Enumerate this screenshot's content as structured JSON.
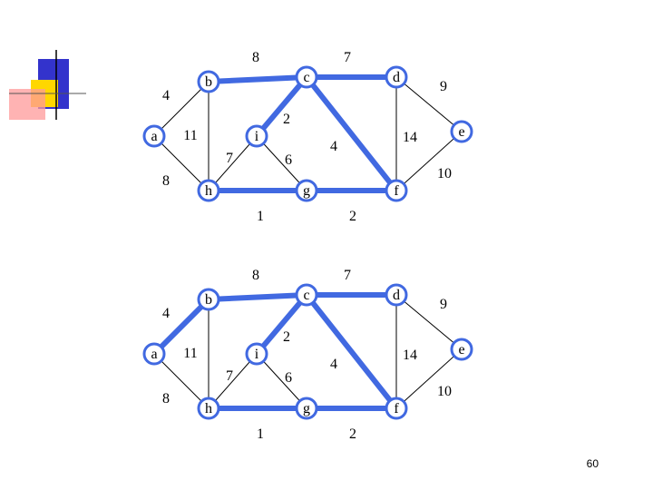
{
  "colors": {
    "accent": "#4169e1",
    "edge": "#000000",
    "node_fill": "#ffffff",
    "logo_blue": "#3333cc",
    "logo_yellow": "#ffd700",
    "logo_red": "#ff6666"
  },
  "logo": {
    "icon": "slide-corner-decoration"
  },
  "graph": {
    "nodes": [
      {
        "id": "a",
        "label": "a"
      },
      {
        "id": "b",
        "label": "b"
      },
      {
        "id": "c",
        "label": "c"
      },
      {
        "id": "d",
        "label": "d"
      },
      {
        "id": "e",
        "label": "e"
      },
      {
        "id": "f",
        "label": "f"
      },
      {
        "id": "g",
        "label": "g"
      },
      {
        "id": "h",
        "label": "h"
      },
      {
        "id": "i",
        "label": "i"
      }
    ],
    "edges": [
      {
        "from": "a",
        "to": "b",
        "weight": "4"
      },
      {
        "from": "b",
        "to": "c",
        "weight": "8"
      },
      {
        "from": "c",
        "to": "d",
        "weight": "7"
      },
      {
        "from": "d",
        "to": "e",
        "weight": "9"
      },
      {
        "from": "a",
        "to": "h",
        "weight": "8"
      },
      {
        "from": "b",
        "to": "h",
        "weight": "11"
      },
      {
        "from": "h",
        "to": "i",
        "weight": "7"
      },
      {
        "from": "i",
        "to": "c",
        "weight": "2"
      },
      {
        "from": "i",
        "to": "g",
        "weight": "6"
      },
      {
        "from": "h",
        "to": "g",
        "weight": "1"
      },
      {
        "from": "c",
        "to": "f",
        "weight": "4"
      },
      {
        "from": "g",
        "to": "f",
        "weight": "2"
      },
      {
        "from": "d",
        "to": "f",
        "weight": "14"
      },
      {
        "from": "e",
        "to": "f",
        "weight": "10"
      }
    ]
  },
  "diagrams": [
    {
      "highlighted": [
        [
          0,
          0
        ],
        [
          1,
          1
        ],
        [
          2,
          1
        ],
        [
          3,
          0
        ],
        [
          4,
          0
        ],
        [
          5,
          0
        ],
        [
          6,
          0
        ],
        [
          7,
          1
        ],
        [
          8,
          0
        ],
        [
          9,
          1
        ],
        [
          10,
          1
        ],
        [
          11,
          1
        ],
        [
          12,
          0
        ],
        [
          13,
          0
        ]
      ]
    },
    {
      "highlighted": [
        [
          0,
          1
        ],
        [
          1,
          1
        ],
        [
          2,
          1
        ],
        [
          3,
          0
        ],
        [
          4,
          0
        ],
        [
          5,
          0
        ],
        [
          6,
          0
        ],
        [
          7,
          1
        ],
        [
          8,
          0
        ],
        [
          9,
          1
        ],
        [
          10,
          1
        ],
        [
          11,
          1
        ],
        [
          12,
          0
        ],
        [
          13,
          0
        ]
      ]
    }
  ],
  "page_number": "60"
}
